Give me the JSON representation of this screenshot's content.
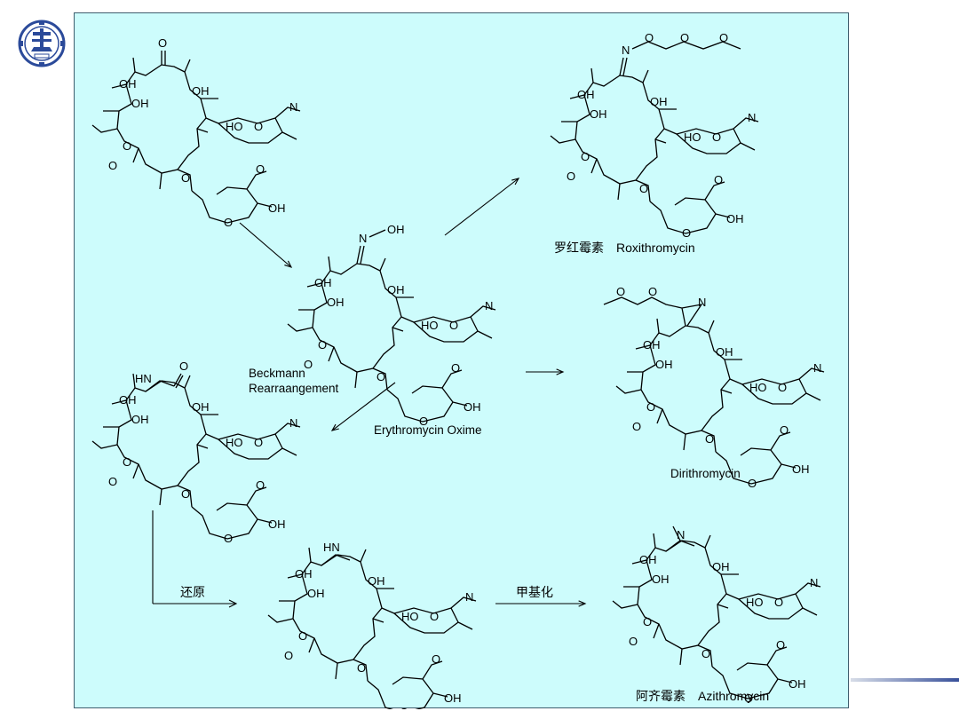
{
  "labels": {
    "roxithromycin": "罗红霉素　Roxithromycin",
    "dirithromycin": "Dirithromycin",
    "erythromycin_oxime": "Erythromycin Oxime",
    "beckmann": [
      "Beckmann",
      "Rearraangement"
    ],
    "reduction": "还原",
    "methylation": "甲基化",
    "azithromycin": "阿齐霉素　Azithromycin"
  },
  "atom_labels": [
    "O",
    "OH",
    "N",
    "HO",
    "HN",
    "N"
  ],
  "colors": {
    "panel_fill": "#cdfcfc",
    "panel_border": "#3e5e6e",
    "logo": "#2b4a9a",
    "footer_line": "#38509a"
  },
  "icons": [
    "university-seal-icon"
  ]
}
